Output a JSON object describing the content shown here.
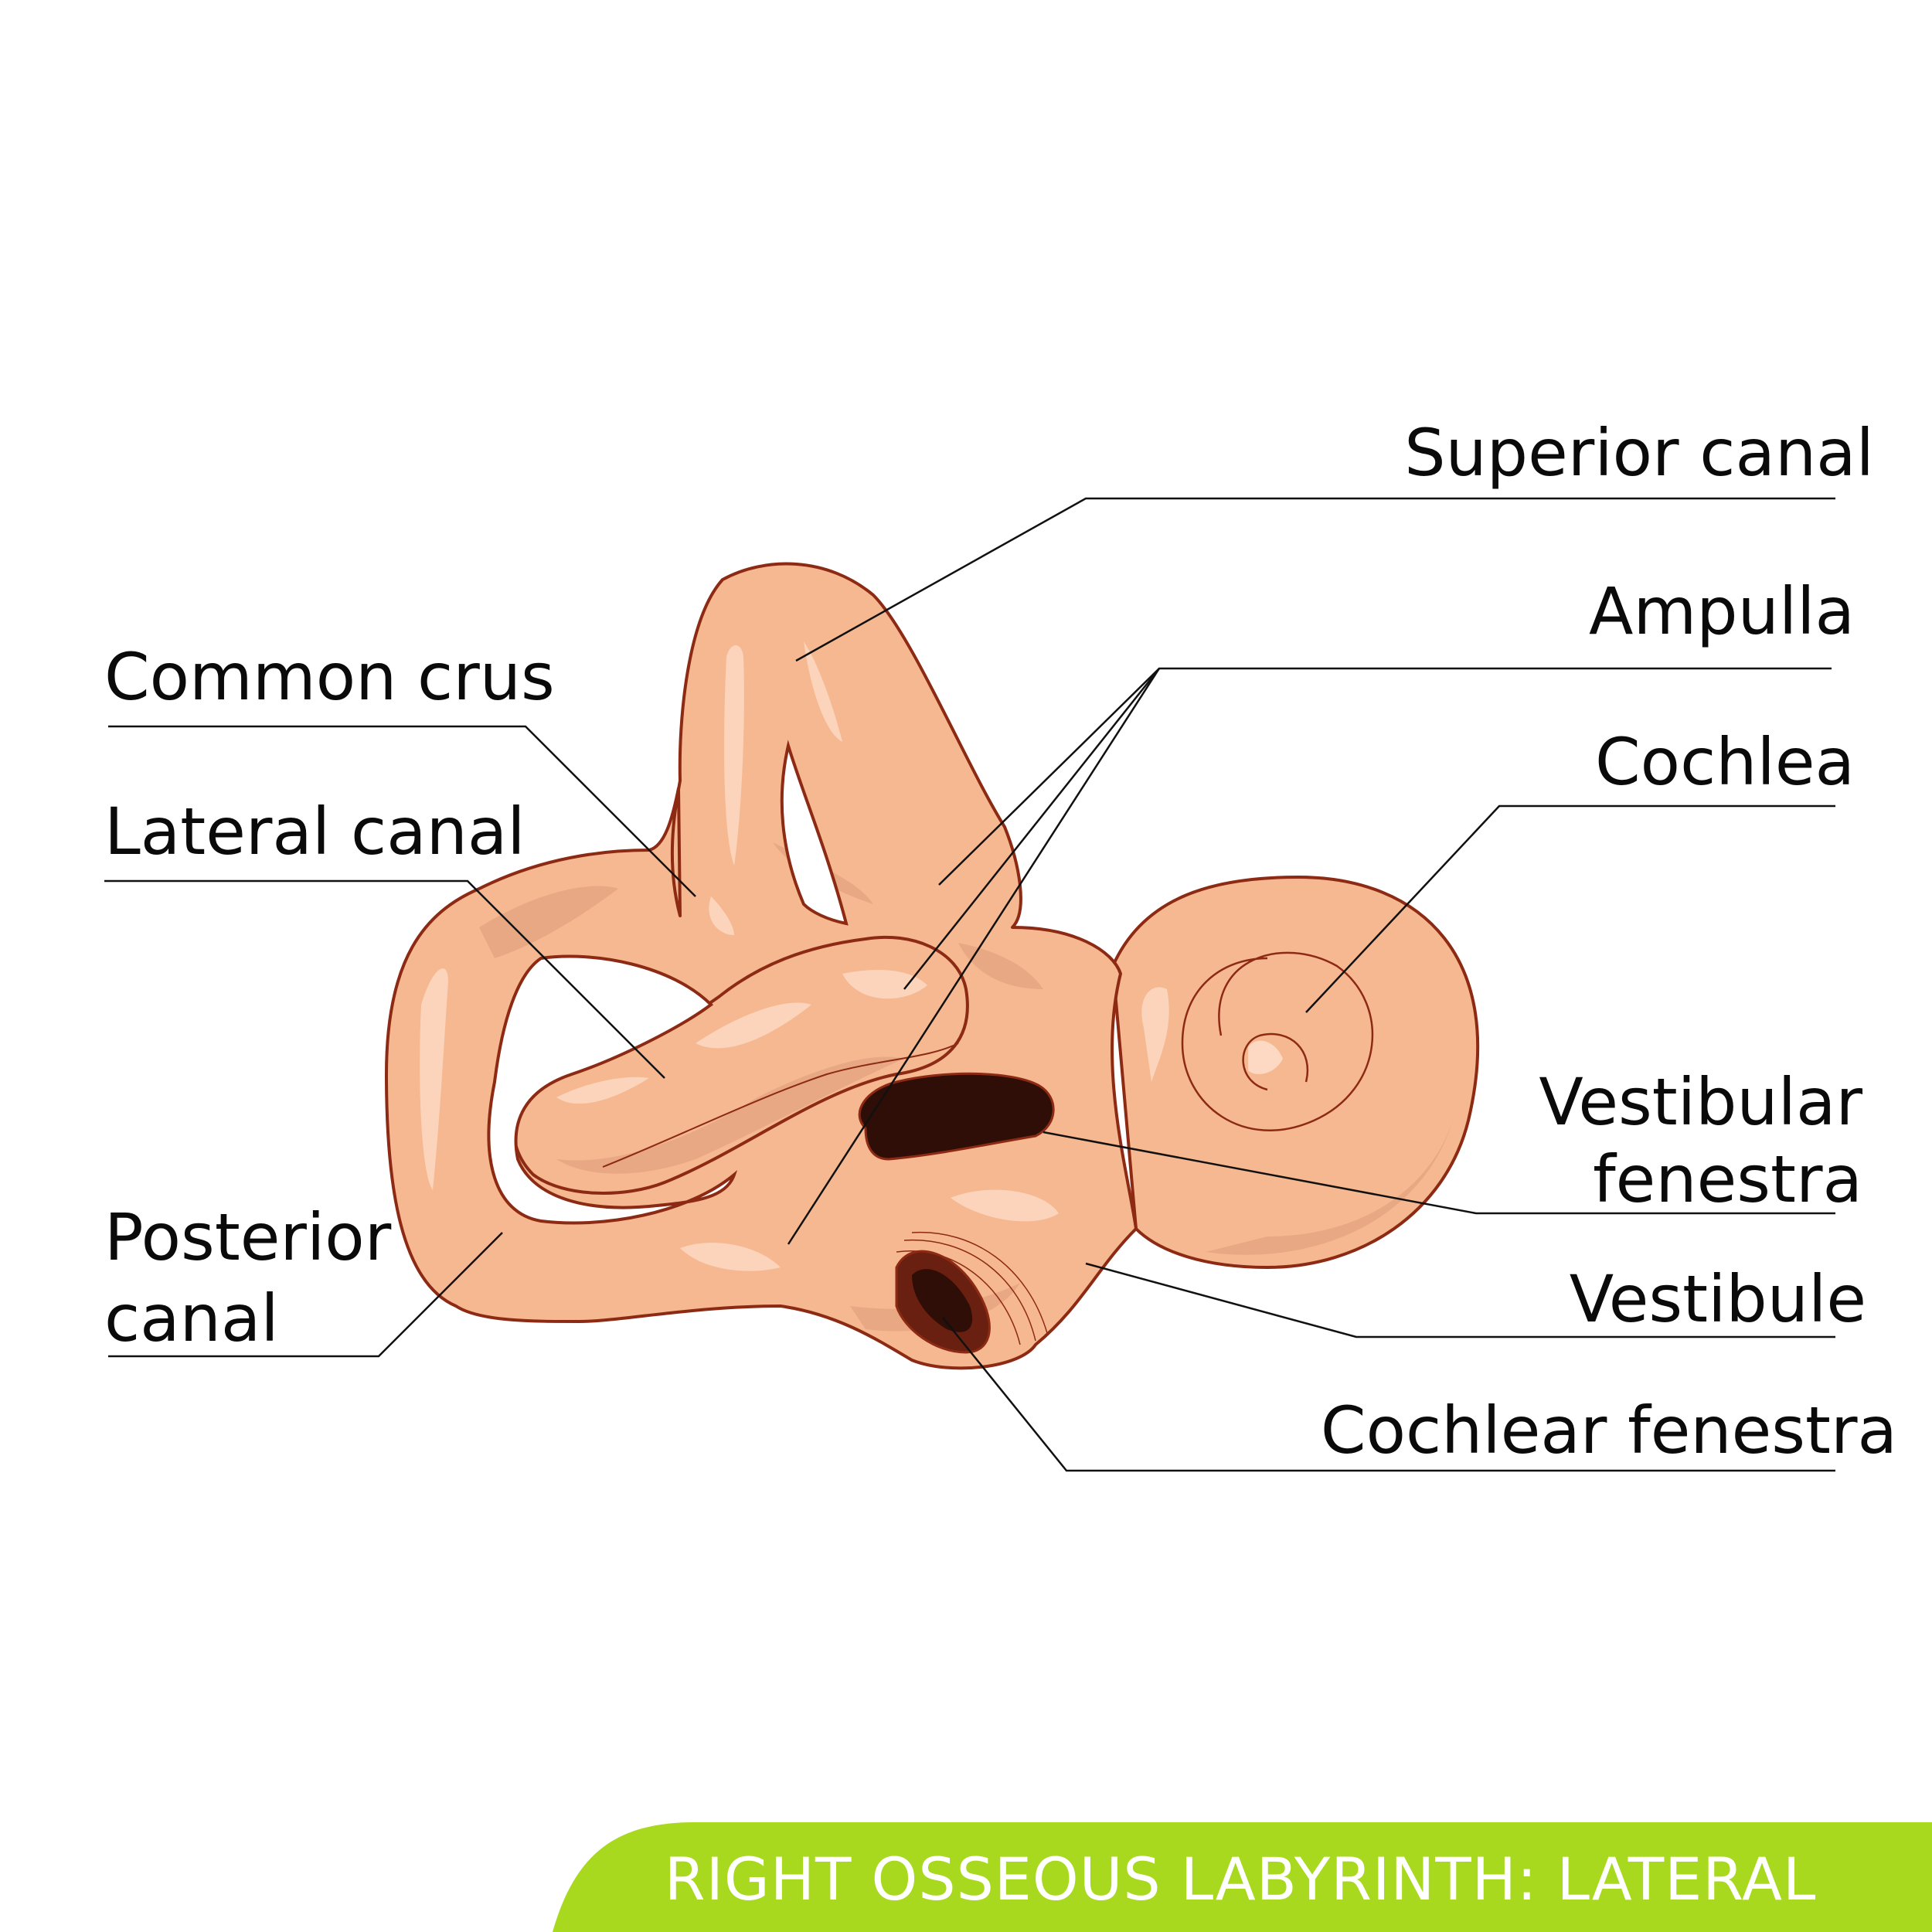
{
  "labels": {
    "superior_canal": "Superior canal",
    "ampulla": "Ampulla",
    "common_crus": "Common crus",
    "cochlea": "Cochlea",
    "lateral_canal": "Lateral canal",
    "vestibular_fenestra_line1": "Vestibular",
    "vestibular_fenestra_line2": "fenestra",
    "posterior_canal_line1": "Posterior",
    "posterior_canal_line2": "canal",
    "vestibule": "Vestibule",
    "cochlear_fenestra": "Cochlear fenestra"
  },
  "banner": {
    "title": "RIGHT OSSEOUS LABYRINTH: LATERAL",
    "color": "#a8d91e"
  },
  "colors": {
    "bone_fill": "#f6b891",
    "bone_outline": "#8c2a14",
    "window_dark": "#2e0e06"
  }
}
